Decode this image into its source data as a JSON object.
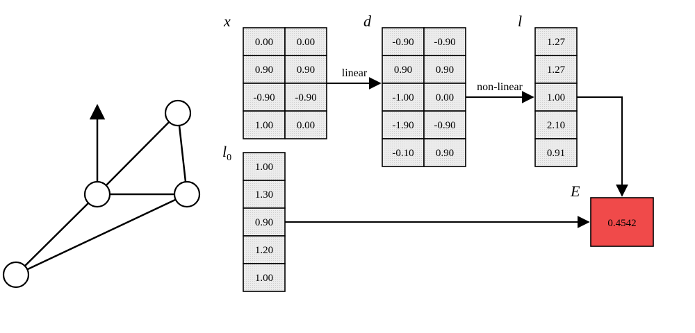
{
  "matrices": {
    "x": {
      "label": "x",
      "rows": [
        [
          "0.00",
          "0.00"
        ],
        [
          "0.90",
          "0.90"
        ],
        [
          "-0.90",
          "-0.90"
        ],
        [
          "1.00",
          "0.00"
        ]
      ]
    },
    "d": {
      "label": "d",
      "rows": [
        [
          "-0.90",
          "-0.90"
        ],
        [
          "0.90",
          "0.90"
        ],
        [
          "-1.00",
          "0.00"
        ],
        [
          "-1.90",
          "-0.90"
        ],
        [
          "-0.10",
          "0.90"
        ]
      ]
    },
    "l": {
      "label": "l",
      "rows": [
        [
          "1.27"
        ],
        [
          "1.27"
        ],
        [
          "1.00"
        ],
        [
          "2.10"
        ],
        [
          "0.91"
        ]
      ]
    },
    "l0": {
      "label": "l",
      "subscript": "0",
      "rows": [
        [
          "1.00"
        ],
        [
          "1.30"
        ],
        [
          "0.90"
        ],
        [
          "1.20"
        ],
        [
          "1.00"
        ]
      ]
    }
  },
  "result": {
    "label": "E",
    "value": "0.4542",
    "color": "#f04a4a"
  },
  "arrows": {
    "linear": "linear",
    "nonlinear": "non-linear"
  },
  "colors": {
    "cell_fill": "#e8e8e8",
    "stroke": "#000000"
  },
  "graph": {
    "nodes": [
      "n0",
      "n1",
      "n2",
      "n3"
    ],
    "edges": [
      [
        "n0",
        "n1"
      ],
      [
        "n1",
        "n2"
      ],
      [
        "n2",
        "n3"
      ],
      [
        "n1",
        "n3"
      ],
      [
        "n2",
        "n0"
      ]
    ]
  }
}
